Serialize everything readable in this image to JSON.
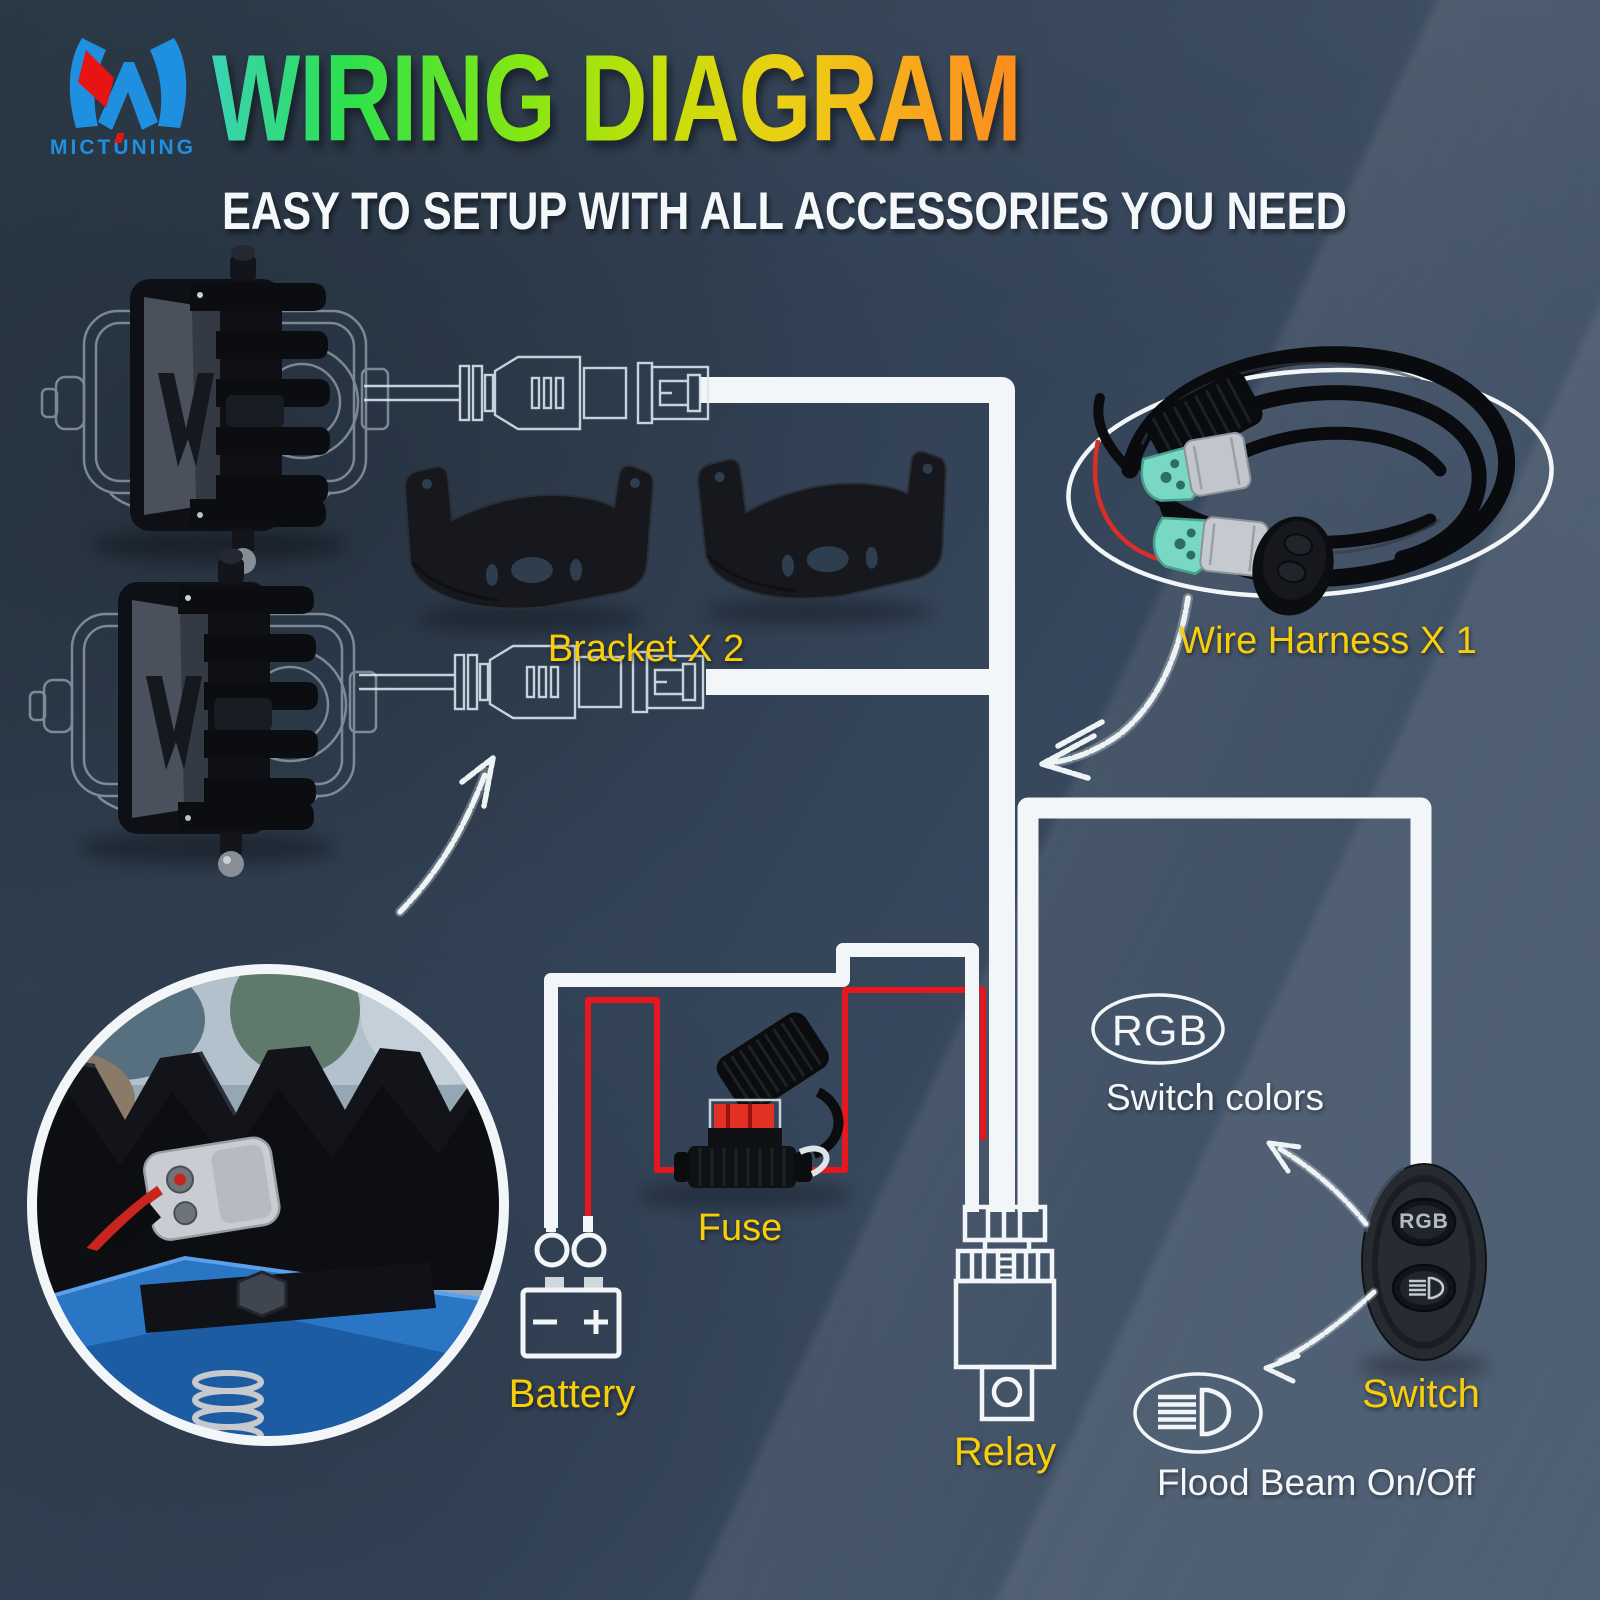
{
  "header": {
    "brand": "MICTUNING",
    "title": "WIRING DIAGRAM",
    "subtitle": "EASY TO SETUP WITH ALL ACCESSORIES YOU NEED"
  },
  "labels": {
    "bracket": "Bracket X 2",
    "wire_harness": "Wire Harness X 1",
    "fuse": "Fuse",
    "battery": "Battery",
    "relay": "Relay",
    "switch": "Switch",
    "rgb_badge": "RGB",
    "switch_colors": "Switch colors",
    "flood_beam": "Flood Beam On/Off"
  },
  "switch_panel": {
    "rgb_button": "RGB"
  },
  "battery": {
    "minus": "−",
    "plus": "+"
  },
  "colors": {
    "background": "#35455a",
    "label_yellow": "#f8ce0a",
    "wire_white": "#f3f6f8",
    "wire_red": "#e8161d",
    "logo_blue": "#1f8fe0",
    "logo_red": "#e81414",
    "title_gradient": [
      "#3ad2b5",
      "#2de14b",
      "#84e714",
      "#c4e009",
      "#eece14",
      "#f9a51d",
      "#fb8a1e"
    ]
  }
}
